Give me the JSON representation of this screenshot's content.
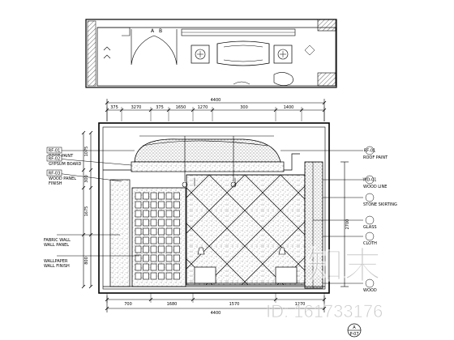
{
  "plan_view": {
    "labels": [
      "A",
      "B"
    ]
  },
  "dimensions": {
    "top_total": "4400",
    "top_segments": [
      "375",
      "3270",
      "375",
      "1650",
      "1270",
      "300",
      "1400"
    ],
    "bottom_total": "4400",
    "bottom_segments": [
      "700",
      "1680",
      "1570",
      "1270"
    ],
    "left_vertical": [
      "1075",
      "300",
      "1675",
      "800"
    ],
    "right_vertical": [
      "2700"
    ]
  },
  "callouts": {
    "left": [
      {
        "tag": "RF-01",
        "lines": [
          "ROOF PAINT"
        ]
      },
      {
        "tag": "RF-02",
        "lines": [
          "GYPSUM BOARD"
        ]
      },
      {
        "tag": "RF-03",
        "lines": [
          "WOOD PANEL",
          "FINISH"
        ]
      },
      {
        "tag": "",
        "lines": [
          "FABRIC WALL",
          "WALL PANEL"
        ]
      },
      {
        "tag": "",
        "lines": [
          "WALLPAPER",
          "WALL FINISH"
        ]
      }
    ],
    "right": [
      {
        "tag": "RF-01",
        "lines": [
          "ROOF PAINT"
        ]
      },
      {
        "tag": "WD-01",
        "lines": [
          "WOOD LINE"
        ]
      },
      {
        "tag": "",
        "lines": [
          "STONE SKIRTING"
        ]
      },
      {
        "tag": "",
        "lines": [
          "GLASS"
        ]
      },
      {
        "tag": "",
        "lines": [
          "CLOTH"
        ]
      },
      {
        "tag": "",
        "lines": [
          "WOOD"
        ]
      }
    ]
  },
  "section_tag": {
    "top": "A",
    "bottom": "P-07"
  },
  "watermark": {
    "logo_text": "知末",
    "id_text": "ID: 161733176"
  }
}
